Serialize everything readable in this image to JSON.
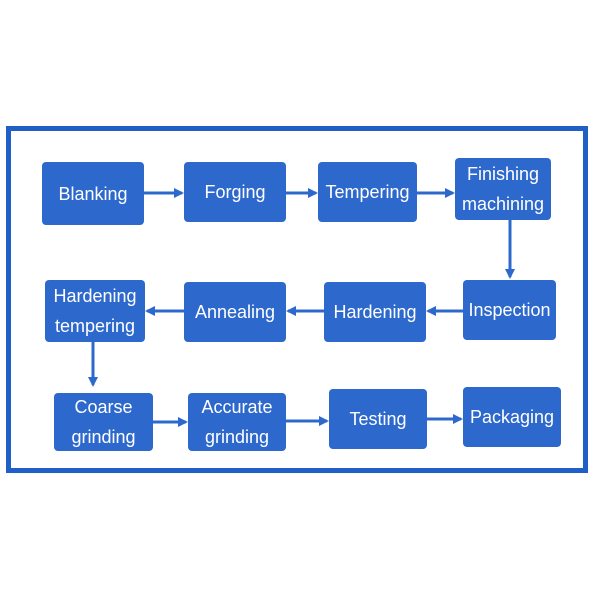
{
  "diagram": {
    "accent_color": "#2d68cc",
    "border_color": "#1f5fc6",
    "steps": [
      {
        "id": "blanking",
        "label": "Blanking"
      },
      {
        "id": "forging",
        "label": "Forging"
      },
      {
        "id": "tempering",
        "label": "Tempering"
      },
      {
        "id": "finishing-machining",
        "label": "Finishing machining"
      },
      {
        "id": "inspection",
        "label": "Inspection"
      },
      {
        "id": "hardening",
        "label": "Hardening"
      },
      {
        "id": "annealing",
        "label": "Annealing"
      },
      {
        "id": "hardening-tempering",
        "label": "Hardening tempering"
      },
      {
        "id": "coarse-grinding",
        "label": "Coarse grinding"
      },
      {
        "id": "accurate-grinding",
        "label": "Accurate grinding"
      },
      {
        "id": "testing",
        "label": "Testing"
      },
      {
        "id": "packaging",
        "label": "Packaging"
      }
    ],
    "connections": [
      [
        "blanking",
        "forging"
      ],
      [
        "forging",
        "tempering"
      ],
      [
        "tempering",
        "finishing-machining"
      ],
      [
        "finishing-machining",
        "inspection"
      ],
      [
        "inspection",
        "hardening"
      ],
      [
        "hardening",
        "annealing"
      ],
      [
        "annealing",
        "hardening-tempering"
      ],
      [
        "hardening-tempering",
        "coarse-grinding"
      ],
      [
        "coarse-grinding",
        "accurate-grinding"
      ],
      [
        "accurate-grinding",
        "testing"
      ],
      [
        "testing",
        "packaging"
      ]
    ]
  }
}
